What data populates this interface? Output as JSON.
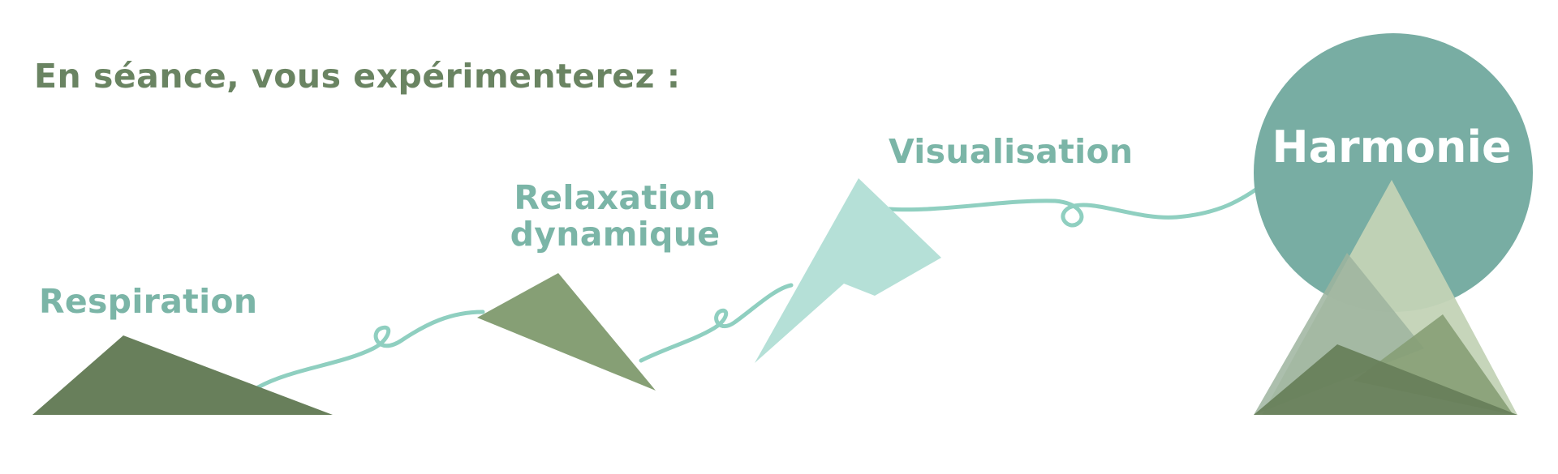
{
  "title": "En séance, vous expérimenterez :",
  "steps": [
    {
      "label": "Respiration"
    },
    {
      "label_line1": "Relaxation",
      "label_line2": "dynamique"
    },
    {
      "label": "Visualisation"
    }
  ],
  "goal": {
    "label": "Harmonie"
  },
  "colors": {
    "title": "#6a8462",
    "label": "#7bb5a7",
    "dark_green": "#687f5b",
    "mid_green": "#869f75",
    "light_mint": "#b5e0d7",
    "circle_teal": "#78ada3",
    "circle_text": "#ffffff",
    "thread": "#8fcfc0",
    "pale_sage": "#c3d3b6",
    "grey_sage": "#9db49f"
  }
}
